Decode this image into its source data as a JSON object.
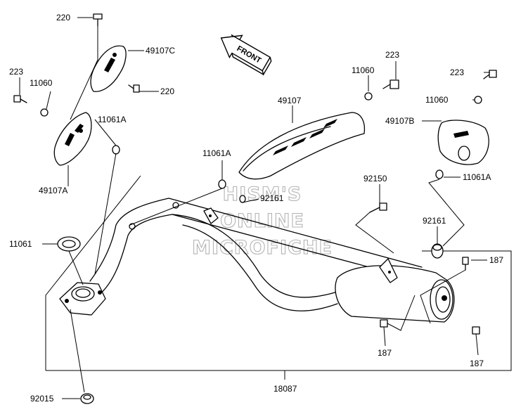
{
  "front_label": "FRONT",
  "watermark": [
    "HISM'S",
    "ONLINE",
    "MICROFICHE"
  ],
  "labels": {
    "p220_top": "220",
    "p49107C": "49107C",
    "p220_mid": "220",
    "p223_left": "223",
    "p11060_left": "11060",
    "p11061A_left": "11061A",
    "p49107A": "49107A",
    "p223_center": "223",
    "p11060_center": "11060",
    "p49107": "49107",
    "p11061A_center": "11061A",
    "p92161_top": "92161",
    "p223_right": "223",
    "p11060_right": "11060",
    "p49107B": "49107B",
    "p11061A_right": "11061A",
    "p92150": "92150",
    "p92161_right": "92161",
    "p11061": "11061",
    "p187_right": "187",
    "p187_bottom_left": "187",
    "p187_bottom_right": "187",
    "p92015": "92015",
    "p18087": "18087"
  }
}
